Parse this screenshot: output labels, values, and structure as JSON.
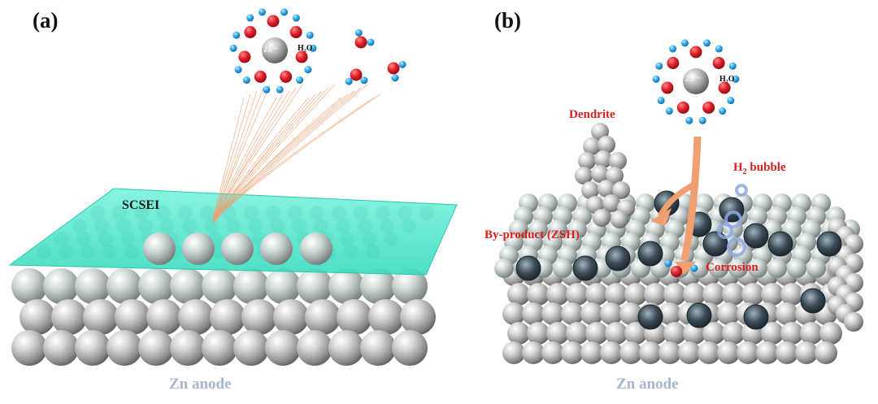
{
  "colors": {
    "zinc": "#c4c4c4",
    "scsei": "#3fe3c6",
    "oxygen": "#e0202a",
    "hydrogen": "#2fa8e8",
    "arrow": "#f0a070",
    "byproduct": "#3a4a55",
    "label_red": "#d8201c",
    "label_anode": "#a7b6cc"
  },
  "panel_a": {
    "label": "(a)",
    "scsei_label": "SCSEI",
    "anode_label": "Zn anode",
    "ion_label": "Zn²⁺",
    "water_label": "H₂O"
  },
  "panel_b": {
    "label": "(b)",
    "dendrite_label": "Dendrite",
    "h2_prefix": "H",
    "h2_sub": "2",
    "h2_suffix": " bubble",
    "byproduct_label": "By-product (ZSH)",
    "corrosion_label": "Corrosion",
    "anode_label": "Zn anode",
    "ion_label": "Zn²⁺",
    "water_label": "H₂O"
  },
  "icons": [
    "zinc-sphere-icon",
    "water-molecule-icon",
    "zn-ion-icon",
    "byproduct-crystal-icon",
    "h2-bubble-icon"
  ]
}
